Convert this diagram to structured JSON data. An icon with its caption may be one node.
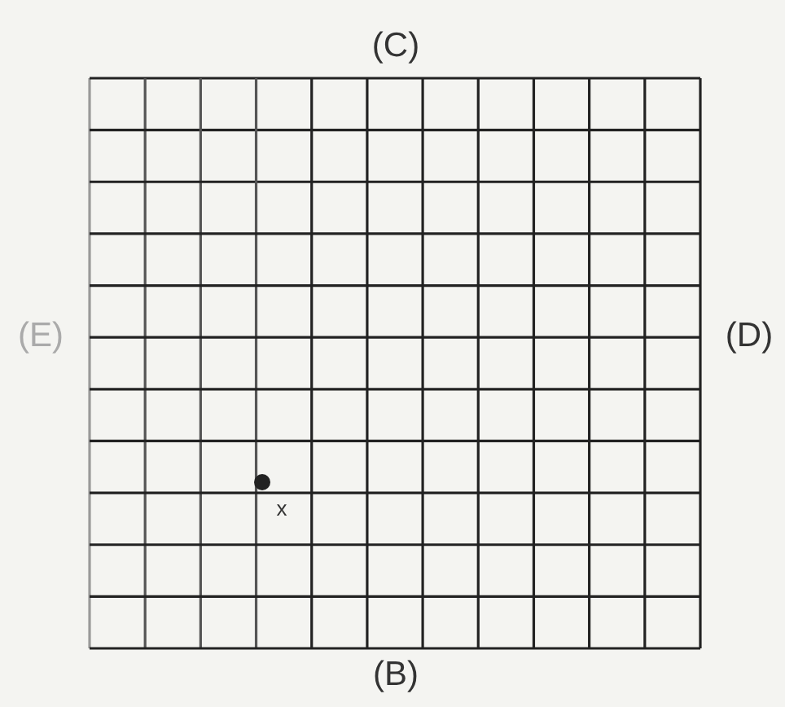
{
  "diagram": {
    "labels": [
      "(C)",
      "(E)",
      "(D)",
      "(B)",
      "x"
    ]
  }
}
